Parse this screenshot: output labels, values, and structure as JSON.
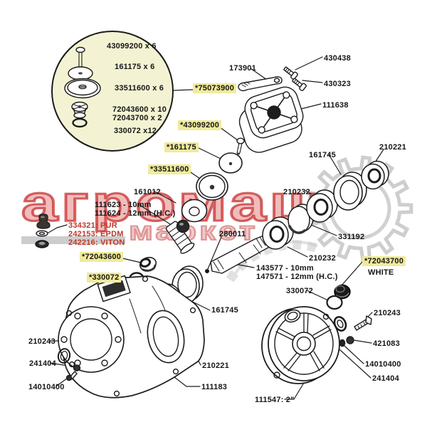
{
  "watermark": {
    "line1": "агромаш",
    "line2": "маркет"
  },
  "colors": {
    "highlight_bg": "#f0eb9b",
    "red_label": "#bf3a2a",
    "balloon_fill": "#f3f3d3",
    "watermark_red": "#c62a2a",
    "watermark_gray": "#c6c6c6",
    "line_art": "#1c1c1c"
  },
  "balloon_ref": "*75073900",
  "callouts": [
    {
      "text": "43099200 x 6"
    },
    {
      "text": "161175 x 6"
    },
    {
      "text": "33511600 x 6"
    },
    {
      "text": "72043600 x 10"
    },
    {
      "text": "72043700 x 2"
    },
    {
      "text": "330072 x12"
    },
    {
      "text": "*75073900"
    },
    {
      "text": "*43099200"
    },
    {
      "text": "*161175"
    },
    {
      "text": "*33511600"
    },
    {
      "text": "173901"
    },
    {
      "text": "430438"
    },
    {
      "text": "430323"
    },
    {
      "text": "111638"
    },
    {
      "text": "161745"
    },
    {
      "text": "210221"
    },
    {
      "text": "210232"
    },
    {
      "text": "331192"
    },
    {
      "text": "210232"
    },
    {
      "text": "161012"
    },
    {
      "text": "111623 - 10mm"
    },
    {
      "text": "111624 - 12mm (H.C.)"
    },
    {
      "text": "334321: PUR"
    },
    {
      "text": "242153: EPDM"
    },
    {
      "text": "242216: VITON"
    },
    {
      "text": "*72043600"
    },
    {
      "text": "*330072"
    },
    {
      "text": "280011"
    },
    {
      "text": "143577 - 10mm"
    },
    {
      "text": "147571 - 12mm (H.C.)"
    },
    {
      "text": "330072"
    },
    {
      "text": "*72043700"
    },
    {
      "text": "WHITE"
    },
    {
      "text": "210243"
    },
    {
      "text": "421083"
    },
    {
      "text": "14010400"
    },
    {
      "text": "241404"
    },
    {
      "text": "111547: 2\""
    },
    {
      "text": "210243"
    },
    {
      "text": "241404"
    },
    {
      "text": "14010400"
    },
    {
      "text": "161745"
    },
    {
      "text": "210221"
    },
    {
      "text": "111183"
    }
  ]
}
